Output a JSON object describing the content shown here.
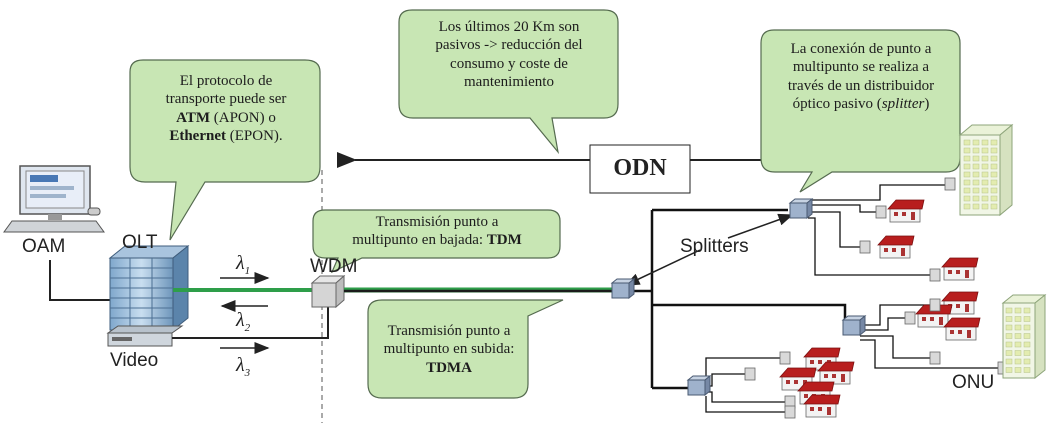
{
  "callouts": {
    "protocol": {
      "line1": "El protocolo de",
      "line2": "transporte puede ser",
      "bold1": "ATM",
      "rest1": " (APON) o",
      "bold2": "Ethernet",
      "rest2": " (EPON)."
    },
    "passive": {
      "line1": "Los últimos 20 Km son",
      "line2": "pasivos -> reducción del",
      "line3": "consumo y coste de",
      "line4": "mantenimiento"
    },
    "splitter": {
      "line1": "La conexión de punto a",
      "line2": "multipunto se realiza a",
      "line3": "través de un distribuidor",
      "line4a": "óptico pasivo (",
      "line4i": "splitter",
      "line4b": ")"
    },
    "downstream": {
      "line1": "Transmisión punto a",
      "line2a": "multipunto en bajada: ",
      "line2b": "TDM"
    },
    "upstream": {
      "line1": "Transmisión punto a",
      "line2": "multipunto en subida:",
      "line3": "TDMA"
    }
  },
  "labels": {
    "odn": "ODN",
    "oam": "OAM",
    "olt": "OLT",
    "video": "Video",
    "wdm": "WDM",
    "splitters": "Splitters",
    "onu": "ONU"
  },
  "lambdas": {
    "symbol": "λ",
    "sub1": "1",
    "sub2": "2",
    "sub3": "3"
  },
  "colors": {
    "callout_fill": "#c8e6b4",
    "callout_stroke": "#556b4f",
    "fiber_green": "#2e9e4a",
    "house_roof": "#b81e1e"
  }
}
